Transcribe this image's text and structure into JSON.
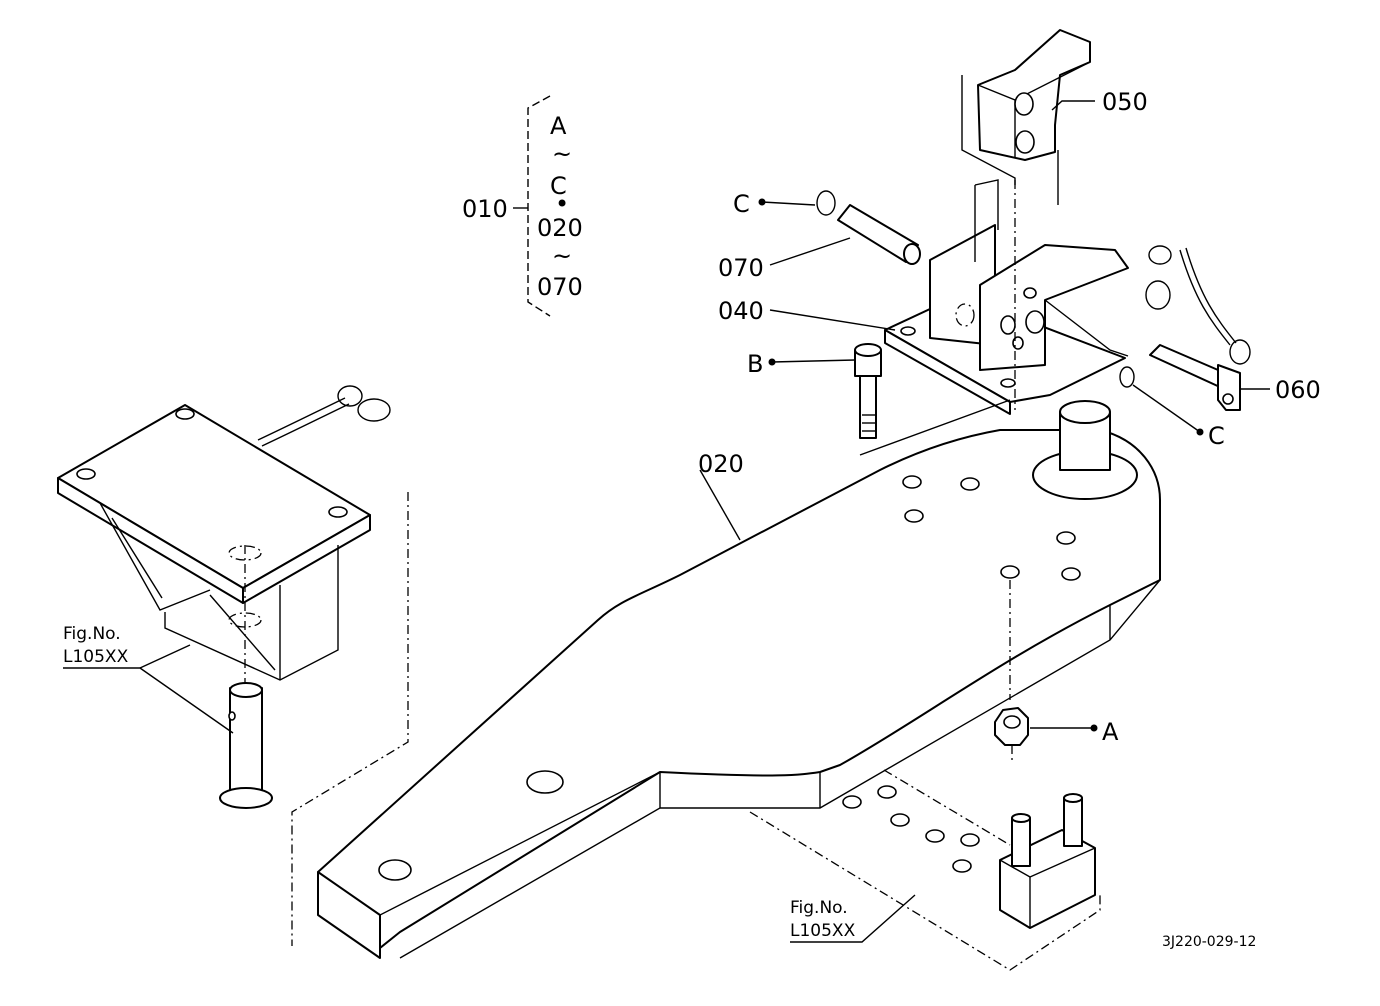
{
  "callouts": {
    "assembly": "010",
    "range": [
      "A",
      "~",
      "C",
      "•",
      "020",
      "~",
      "070"
    ],
    "drawbar": "020",
    "bracket": "040",
    "hook_block": "050",
    "lock_pin": "060",
    "pin": "070",
    "ref_a": "A",
    "ref_b": "B",
    "ref_c_top": "C",
    "ref_c_bottom": "C"
  },
  "figure_refs": [
    {
      "line1": "Fig.No.",
      "line2": "L105XX"
    },
    {
      "line1": "Fig.No.",
      "line2": "L105XX"
    }
  ],
  "drawing_code": "3J220-029-12"
}
